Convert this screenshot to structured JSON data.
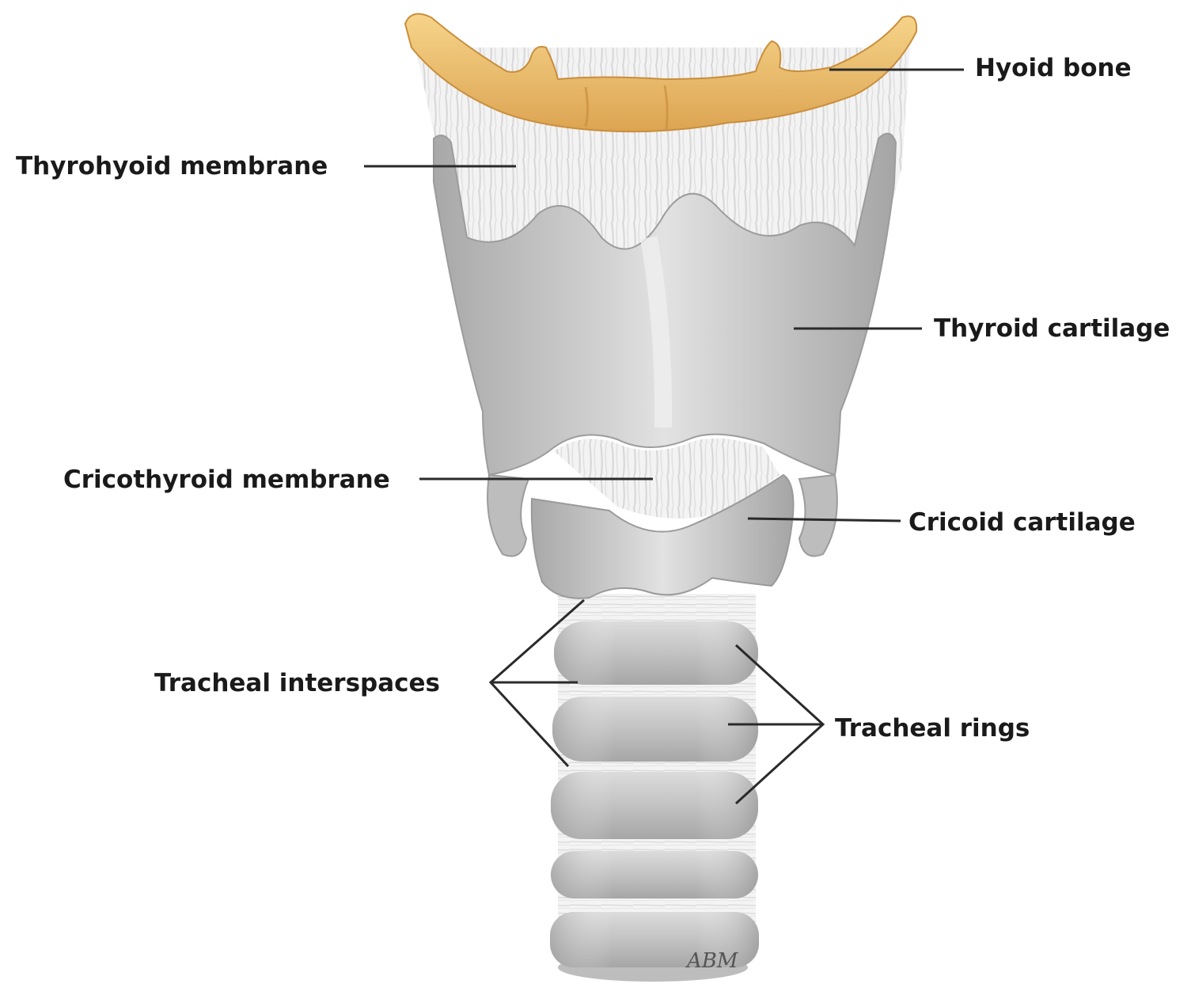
{
  "labels": {
    "hyoid_bone": "Hyoid bone",
    "thyrohyoid_membrane": "Thyrohyoid membrane",
    "thyroid_cartilage": "Thyroid cartilage",
    "cricothyroid_membrane": "Cricothyroid membrane",
    "cricoid_cartilage": "Cricoid cartilage",
    "tracheal_interspaces": "Tracheal interspaces",
    "tracheal_rings": "Tracheal rings"
  },
  "signature": "ABM",
  "colors": {
    "bone": "#f0c070",
    "bone_dark": "#d9a04a",
    "cartilage": "#c8c8c8",
    "cartilage_dark": "#a9a9a9",
    "membrane": "#f2f2f2",
    "membrane_line": "#d8d8d8"
  }
}
